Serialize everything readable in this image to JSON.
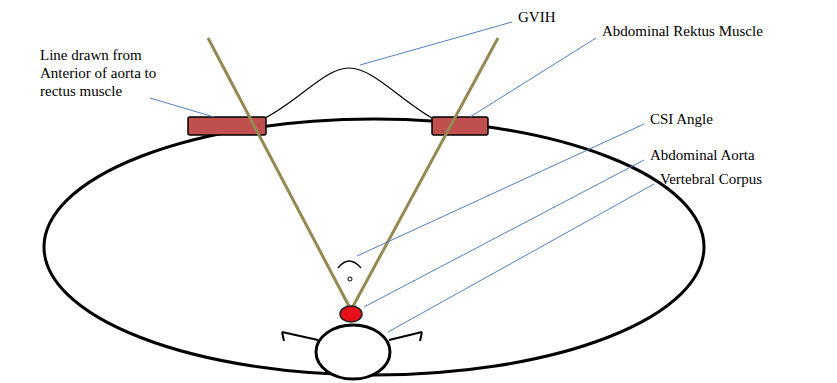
{
  "diagram": {
    "labels": [
      "GVIH",
      "Line drawn from Anterior of aorta to rectus muscle",
      "Abdominal Rektus Muscle",
      "CSI Angle",
      "Abdominal Aorta",
      "Vertebral Corpus"
    ]
  }
}
